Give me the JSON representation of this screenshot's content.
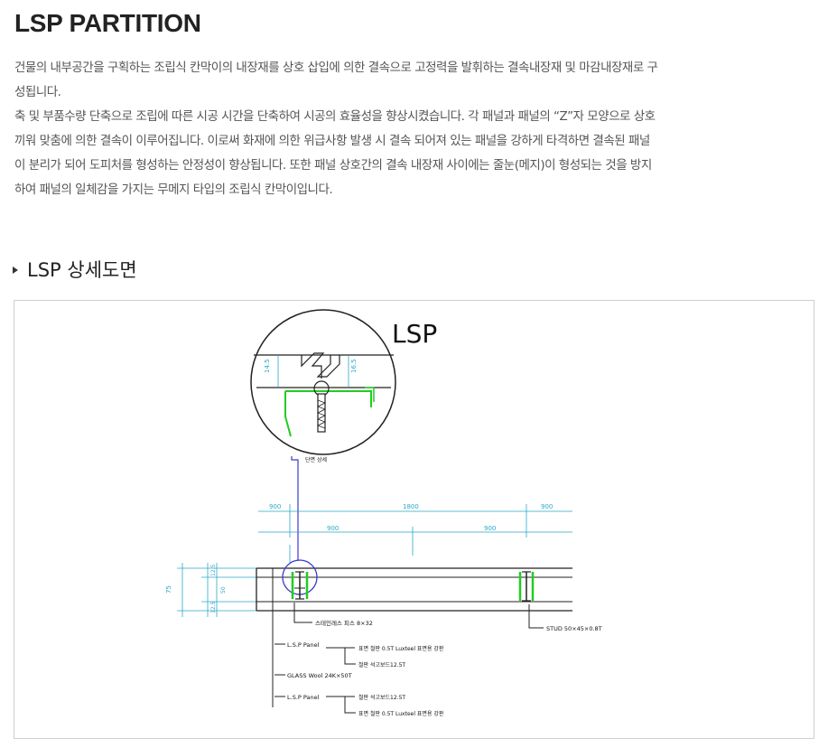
{
  "page": {
    "title": "LSP PARTITION",
    "intro_lines": [
      "건물의 내부공간을 구획하는 조립식 칸막이의 내장재를 상호 삽입에 의한 결속으로 고정력을 발휘하는 결속내장재 및 마감내장재로 구",
      "성됩니다.",
      "축 및 부품수량 단축으로 조립에 따른 시공 시간을 단축하여 시공의 효율성을 향상시켰습니다. 각 패널과 패널의 “Z”자 모양으로 상호",
      "끼워 맞춤에 의한 결속이 이루어집니다. 이로써 화재에 의한 위급사항 발생 시 결속 되어져 있는 패널을 강하게 타격하면 결속된 패널",
      "이 분리가 되어 도피처를 형성하는 안정성이 향상됩니다. 또한 패널 상호간의 결속 내장재 사이에는 줄눈(메지)이 형성되는 것을 방지",
      "하여 패널의 일체감을 가지는 무메지 타입의 조립식 칸막이입니다."
    ],
    "section_heading": "LSP 상세도면"
  },
  "drawing": {
    "title": "LSP",
    "detail_label": "단면 상세",
    "dimensions": {
      "top_left": "900",
      "top_middle": "1800",
      "top_right": "900",
      "second_left": "900",
      "second_right": "900",
      "total_height": "75",
      "face_top": "12.5",
      "core": "50",
      "face_bottom": "12.5",
      "detail_a": "14.5",
      "detail_b": "16.5"
    },
    "callouts": {
      "screw": "스테인레스 피스 8×32",
      "stud": "STUD 50×45×0.8T",
      "panel_top": "L.S.P Panel",
      "panel_top_a": "표면 철판 0.5T Luxteel 표면용 강판",
      "panel_top_b": "철판 석고보드12.5T",
      "glass_wool": "GLASS Wool 24K×50T",
      "panel_bottom": "L.S.P Panel",
      "panel_bottom_a": "철판 석고보드12.5T",
      "panel_bottom_b": "표면 철판 0.5T Luxteel 표면용 강판"
    },
    "colors": {
      "line": "#1a1a1a",
      "dimension": "#2aa8c8",
      "stud": "#22cc22",
      "leader": "#3a3ad0"
    }
  }
}
